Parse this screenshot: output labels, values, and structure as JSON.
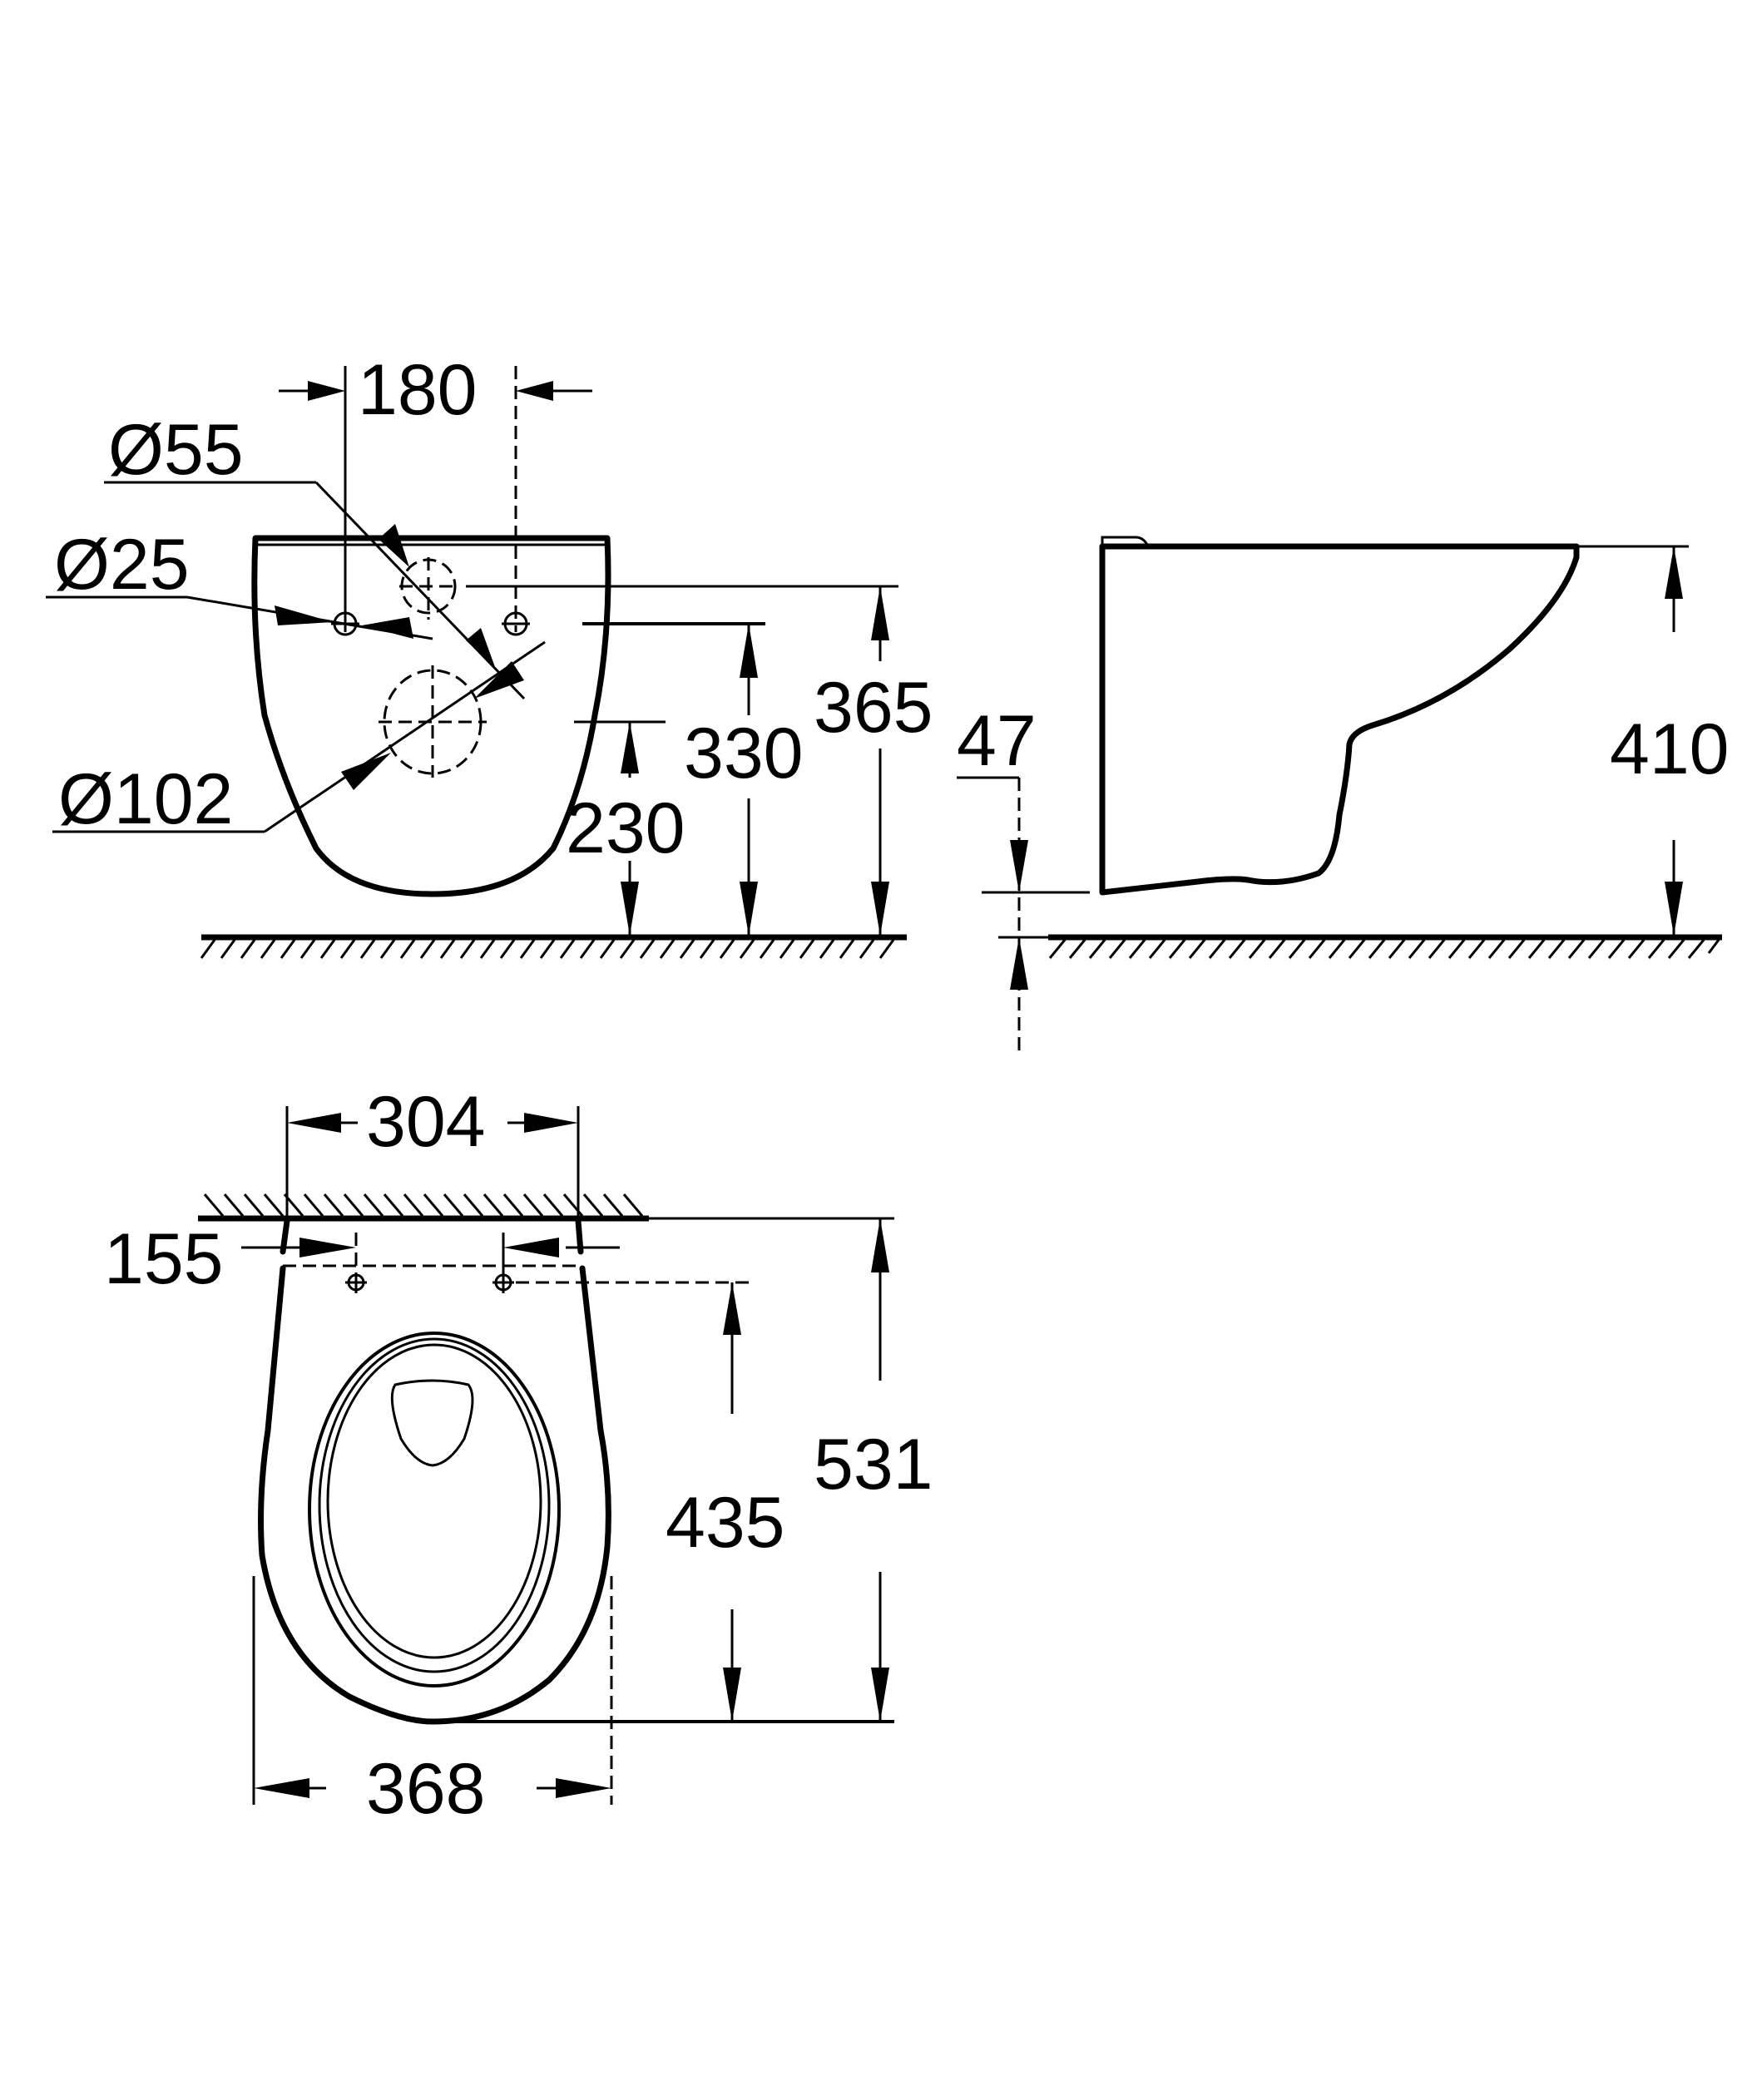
{
  "drawing": {
    "title": "Wall-hung WC technical dimension drawing",
    "units": "mm",
    "stroke_color": "#000000",
    "background_color": "#ffffff"
  },
  "front_view": {
    "dimensions": {
      "bolt_spacing": "180",
      "outlet_diameter_small": "Ø55",
      "bolt_hole_diameter": "Ø25",
      "outlet_diameter_large": "Ø102",
      "height_large_outlet_center": "230",
      "height_bolt_holes": "330",
      "height_small_outlet_center": "365"
    }
  },
  "side_view": {
    "dimensions": {
      "rim_height": "410",
      "underside_clearance": "47"
    }
  },
  "top_view": {
    "dimensions": {
      "width_at_wall": "304",
      "seat_hinge_offset": "155",
      "hinge_to_front": "435",
      "total_depth": "531",
      "max_width": "368"
    }
  }
}
